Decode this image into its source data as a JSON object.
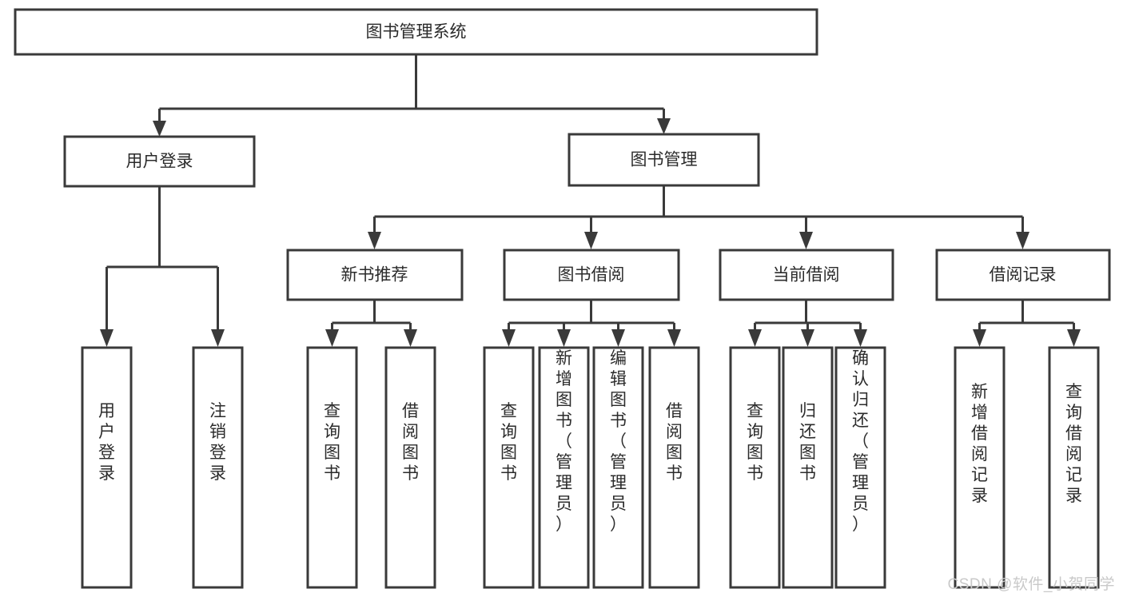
{
  "diagram": {
    "type": "tree-hierarchy",
    "title": "图书管理系统",
    "watermark": "CSDN @软件_小贺同学",
    "colors": {
      "stroke": "#3a3a3a",
      "fill": "#ffffff",
      "text": "#2b2b2b",
      "watermark": "#c9c9c9"
    },
    "levels": {
      "level1": [
        {
          "id": "root",
          "label": "图书管理系统"
        }
      ],
      "level2": [
        {
          "id": "user-login",
          "label": "用户登录"
        },
        {
          "id": "book-manage",
          "label": "图书管理"
        }
      ],
      "level3": [
        {
          "id": "new-book-rec",
          "label": "新书推荐"
        },
        {
          "id": "book-borrow",
          "label": "图书借阅"
        },
        {
          "id": "current-borrow",
          "label": "当前借阅"
        },
        {
          "id": "borrow-record",
          "label": "借阅记录"
        }
      ],
      "level4": [
        {
          "id": "leaf-user-login",
          "label": "用户登录",
          "parent": "user-login"
        },
        {
          "id": "leaf-logout",
          "label": "注销登录",
          "parent": "user-login"
        },
        {
          "id": "leaf-query-book-1",
          "label": "查询图书",
          "parent": "new-book-rec"
        },
        {
          "id": "leaf-borrow-book-1",
          "label": "借阅图书",
          "parent": "new-book-rec"
        },
        {
          "id": "leaf-query-book-2",
          "label": "查询图书",
          "parent": "book-borrow"
        },
        {
          "id": "leaf-add-book",
          "label": "新增图书（管理员）",
          "parent": "book-borrow"
        },
        {
          "id": "leaf-edit-book",
          "label": "编辑图书（管理员）",
          "parent": "book-borrow"
        },
        {
          "id": "leaf-borrow-book-2",
          "label": "借阅图书",
          "parent": "book-borrow"
        },
        {
          "id": "leaf-query-book-3",
          "label": "查询图书",
          "parent": "current-borrow"
        },
        {
          "id": "leaf-return-book",
          "label": "归还图书",
          "parent": "current-borrow"
        },
        {
          "id": "leaf-confirm-return",
          "label": "确认归还（管理员）",
          "parent": "current-borrow"
        },
        {
          "id": "leaf-add-record",
          "label": "新增借阅记录",
          "parent": "borrow-record"
        },
        {
          "id": "leaf-query-record",
          "label": "查询借阅记录",
          "parent": "borrow-record"
        }
      ]
    }
  }
}
